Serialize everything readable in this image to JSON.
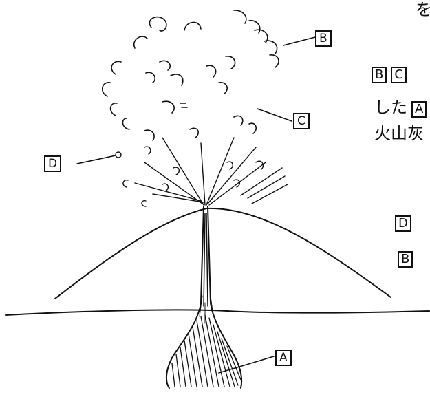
{
  "labels": {
    "magma": "A",
    "eruption_column_top": "B",
    "eruption_column_mid": "C",
    "ejecta": "D"
  },
  "side_text": {
    "line0_fragment": "を",
    "line1_box1": "B",
    "line1_box2": "C",
    "line2_prefix": "した",
    "line2_box": "A",
    "line3_fragment": "火山灰",
    "item_d_box": "D",
    "item_b_box": "B"
  }
}
